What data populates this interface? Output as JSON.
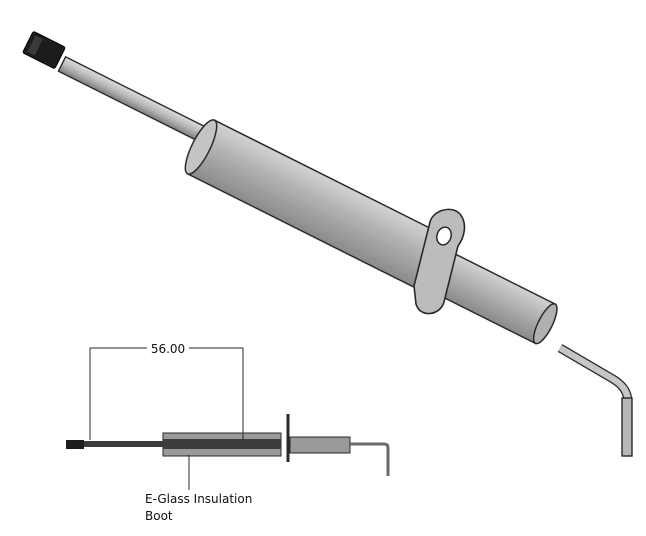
{
  "dimension": {
    "value_text": "56.00"
  },
  "callout": {
    "line1": "E-Glass Insulation",
    "line2": "Boot"
  },
  "colors": {
    "metal_light": "#c8c8c8",
    "metal_mid": "#9a9a9a",
    "metal_dark": "#6e6e6e",
    "outline": "#2a2a2a",
    "connector": "#1c1c1c"
  }
}
